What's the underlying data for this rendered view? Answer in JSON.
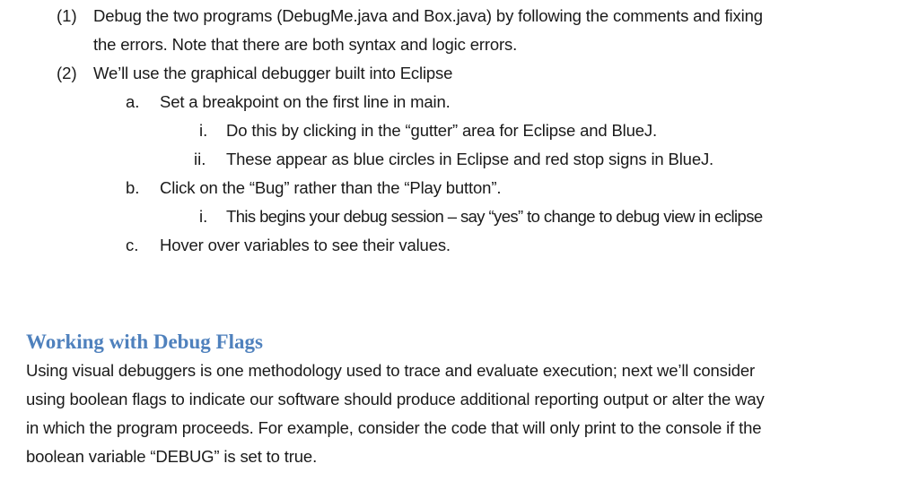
{
  "list": {
    "item1": {
      "marker": "(1)",
      "line1": "Debug the two programs (DebugMe.java and Box.java) by following the comments and fixing",
      "line2": "the errors. Note that there are both syntax and logic errors."
    },
    "item2": {
      "marker": "(2)",
      "text": "We’ll use the graphical debugger built into Eclipse",
      "sub": [
        {
          "marker": "a.",
          "text": "Set a breakpoint on the first line in main.",
          "sub": [
            {
              "marker": "i.",
              "text": "Do this by clicking in the “gutter” area for Eclipse and BlueJ."
            },
            {
              "marker": "ii.",
              "text": "These appear as blue circles in Eclipse and red stop signs in BlueJ."
            }
          ]
        },
        {
          "marker": "b.",
          "text": "Click on the “Bug” rather than the “Play button”.",
          "sub": [
            {
              "marker": "i.",
              "text": "This begins your debug session – say “yes” to change to debug view in eclipse"
            }
          ]
        },
        {
          "marker": "c.",
          "text": "Hover over variables to see their values."
        }
      ]
    }
  },
  "section": {
    "heading": "Working with Debug Flags",
    "heading_color": "#4f81bd",
    "paragraph_lines": [
      "Using visual debuggers is one methodology used to trace and evaluate execution; next we’ll consider",
      "using boolean flags to indicate our software should produce additional reporting output or alter the way",
      "in which the program proceeds.  For example, consider the code that will only print to the console if the",
      "boolean variable “DEBUG” is set to true."
    ]
  }
}
